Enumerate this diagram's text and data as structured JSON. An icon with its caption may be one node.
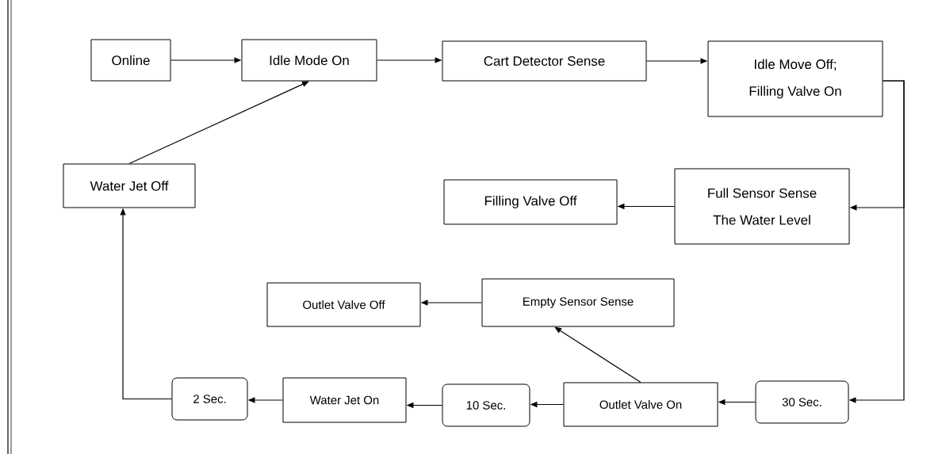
{
  "diagram": {
    "nodes": [
      {
        "text": [
          "Online"
        ]
      },
      {
        "text": [
          "Idle Mode On"
        ]
      },
      {
        "text": [
          "Cart Detector Sense"
        ]
      },
      {
        "text": [
          "Idle Move Off;",
          "Filling Valve On"
        ]
      },
      {
        "text": [
          "Water Jet Off"
        ]
      },
      {
        "text": [
          "Filling Valve Off"
        ]
      },
      {
        "text": [
          "Full Sensor Sense",
          "The Water Level"
        ]
      },
      {
        "text": [
          "Empty Sensor Sense"
        ]
      },
      {
        "text": [
          "Outlet Valve Off"
        ]
      },
      {
        "text": [
          "2 Sec."
        ]
      },
      {
        "text": [
          "Water Jet On"
        ]
      },
      {
        "text": [
          "10 Sec."
        ]
      },
      {
        "text": [
          "Outlet Valve On"
        ]
      },
      {
        "text": [
          "30 Sec."
        ]
      }
    ],
    "edges": [
      {
        "from": 0,
        "to": 1,
        "arrow": "to"
      },
      {
        "from": 1,
        "to": 2,
        "arrow": "to"
      },
      {
        "from": 2,
        "to": 3,
        "arrow": "to"
      },
      {
        "from": 3,
        "to": 6,
        "arrow": "to"
      },
      {
        "from": 6,
        "to": 5,
        "arrow": "to"
      },
      {
        "from": 3,
        "to": 13,
        "arrow": "to"
      },
      {
        "from": 13,
        "to": 12,
        "arrow": "to"
      },
      {
        "from": 12,
        "to": 7,
        "arrow": "to"
      },
      {
        "from": 7,
        "to": 8,
        "arrow": "to"
      },
      {
        "from": 12,
        "to": 11,
        "arrow": "to"
      },
      {
        "from": 11,
        "to": 10,
        "arrow": "to"
      },
      {
        "from": 10,
        "to": 9,
        "arrow": "to"
      },
      {
        "from": 9,
        "to": 4,
        "arrow": "to"
      },
      {
        "from": 4,
        "to": 1,
        "arrow": "to"
      }
    ]
  }
}
